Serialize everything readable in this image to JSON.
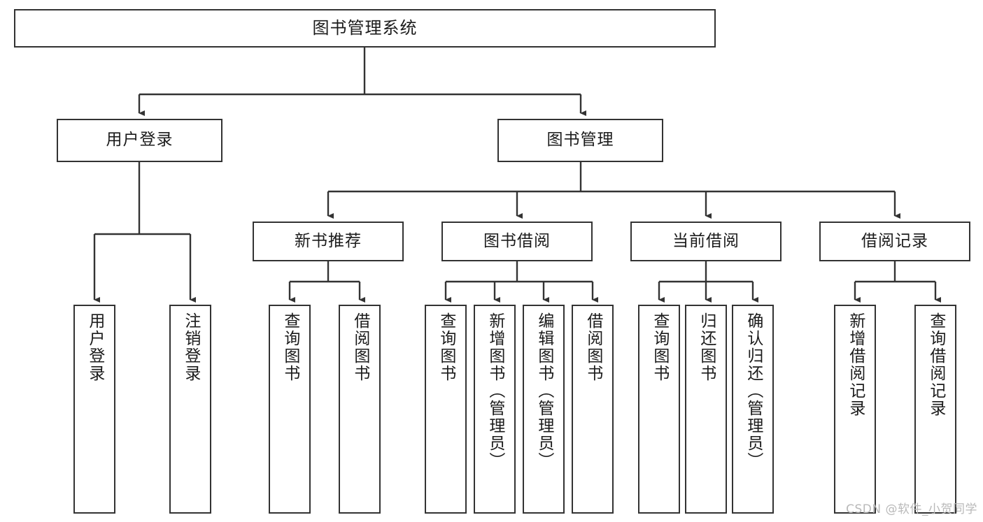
{
  "diagram": {
    "title": "图书管理系统",
    "type": "tree-hierarchy",
    "colors": {
      "box_border": "#333333",
      "box_fill": "#ffffff",
      "connector": "#333333",
      "text": "#1b1b1b",
      "watermark": "#b9b9b9",
      "background": "#ffffff"
    },
    "root": {
      "label": "图书管理系统"
    },
    "level2": [
      {
        "label": "用户登录"
      },
      {
        "label": "图书管理"
      }
    ],
    "level3": [
      {
        "label": "新书推荐"
      },
      {
        "label": "图书借阅"
      },
      {
        "label": "当前借阅"
      },
      {
        "label": "借阅记录"
      }
    ],
    "leaves": {
      "user_login": [
        {
          "label": "用户登录"
        },
        {
          "label": "注销登录"
        }
      ],
      "new_book_recommend": [
        {
          "label": "查询图书"
        },
        {
          "label": "借阅图书"
        }
      ],
      "book_borrow": [
        {
          "label": "查询图书"
        },
        {
          "label": "新增图书（管理员）"
        },
        {
          "label": "编辑图书（管理员）"
        },
        {
          "label": "借阅图书"
        }
      ],
      "current_borrow": [
        {
          "label": "查询图书"
        },
        {
          "label": "归还图书"
        },
        {
          "label": "确认归还（管理员）"
        }
      ],
      "borrow_record": [
        {
          "label": "新增借阅记录"
        },
        {
          "label": "查询借阅记录"
        }
      ]
    },
    "watermark": "CSDN @软件_小贺同学"
  }
}
